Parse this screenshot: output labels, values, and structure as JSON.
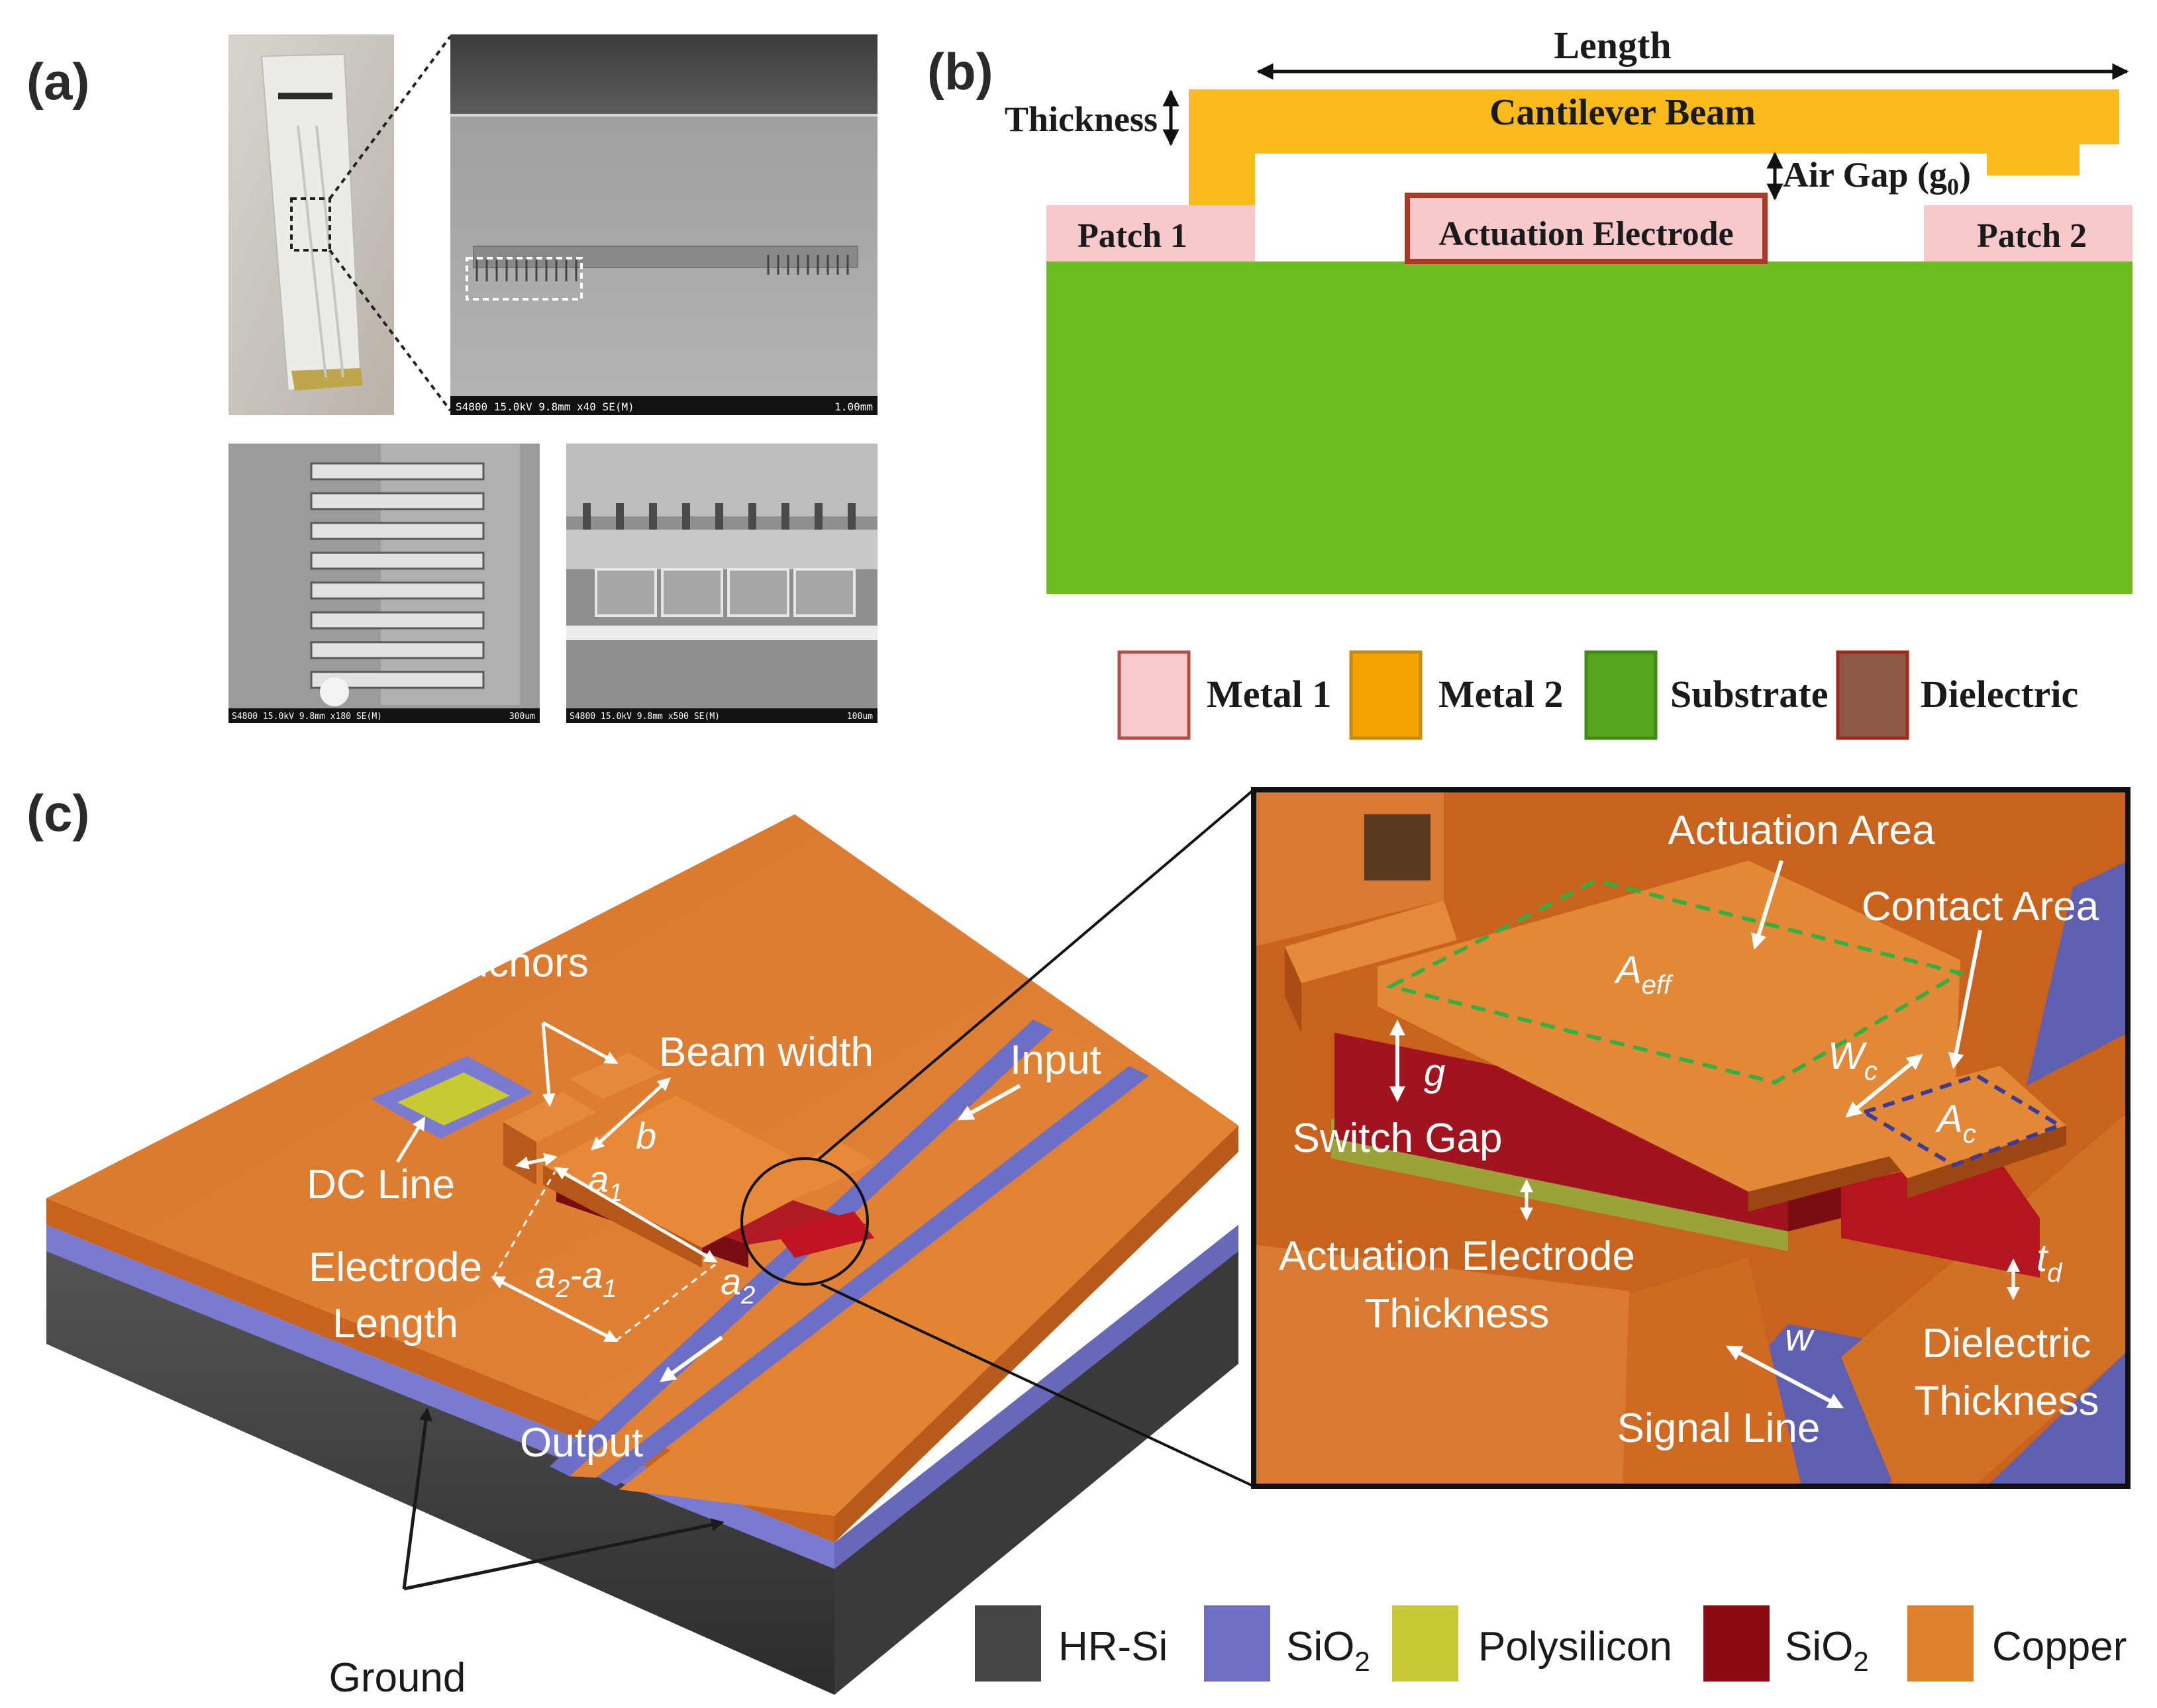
{
  "panels": {
    "a": "(a)",
    "b": "(b)",
    "c": "(c)"
  },
  "sem": {
    "caption_main": "S4800 15.0kV 9.8mm x40 SE(M)",
    "scale_main": "1.00mm",
    "caption_left": "S4800 15.0kV 9.8mm x180 SE(M)",
    "scale_left": "300um",
    "caption_right": "S4800 15.0kV 9.8mm x500 SE(M)",
    "scale_right": "100um"
  },
  "cross_section": {
    "length": "Length",
    "thickness": "Thickness",
    "beam": "Cantilever Beam",
    "air_gap": "Air Gap (g",
    "air_gap_sub": "0",
    "air_gap_close": ")",
    "patch1": "Patch 1",
    "patch2": "Patch 2",
    "electrode": "Actuation Electrode"
  },
  "legend_b": [
    {
      "label": "Metal 1",
      "color": "#f8cccc",
      "border": "#b0504a"
    },
    {
      "label": "Metal 2",
      "color": "#f5a300",
      "border": "#c98a10"
    },
    {
      "label": "Substrate",
      "color": "#55a51c",
      "border": "#3f8a12"
    },
    {
      "label": "Dielectric",
      "color": "#8c5a44",
      "border": "#a0291b"
    }
  ],
  "device": {
    "anchors": "Anchors",
    "beam_width": "Beam width",
    "b": "b",
    "input": "Input",
    "dc_line": "DC Line",
    "a1": "a",
    "a1_sub": "1",
    "a2": "a",
    "a2_sub": "2",
    "diff_a": "a",
    "diff_sub2": "2",
    "diff_mid": "-a",
    "diff_sub1": "1",
    "electrode_length_1": "Electrode",
    "electrode_length_2": "Length",
    "output": "Output",
    "ground": "Ground"
  },
  "inset": {
    "actuation_area": "Actuation Area",
    "contact_area": "Contact Area",
    "aeff": "A",
    "aeff_sub": "eff",
    "g": "g",
    "switch_gap": "Switch Gap",
    "wc": "W",
    "wc_sub": "c",
    "ac": "A",
    "ac_sub": "c",
    "ae_thickness_1": "Actuation Electrode",
    "ae_thickness_2": "Thickness",
    "td": "t",
    "td_sub": "d",
    "w": "w",
    "dielectric_1": "Dielectric",
    "dielectric_2": "Thickness",
    "signal_line": "Signal Line"
  },
  "legend_c": [
    {
      "label": "HR-Si",
      "sub": "",
      "color": "#444444"
    },
    {
      "label": "SiO",
      "sub": "2",
      "color": "#6f6fc4"
    },
    {
      "label": "Polysilicon",
      "sub": "",
      "color": "#c9c935"
    },
    {
      "label": "SiO",
      "sub": "2",
      "color": "#8c0a14"
    },
    {
      "label": "Copper",
      "sub": "",
      "color": "#e0812e"
    }
  ]
}
